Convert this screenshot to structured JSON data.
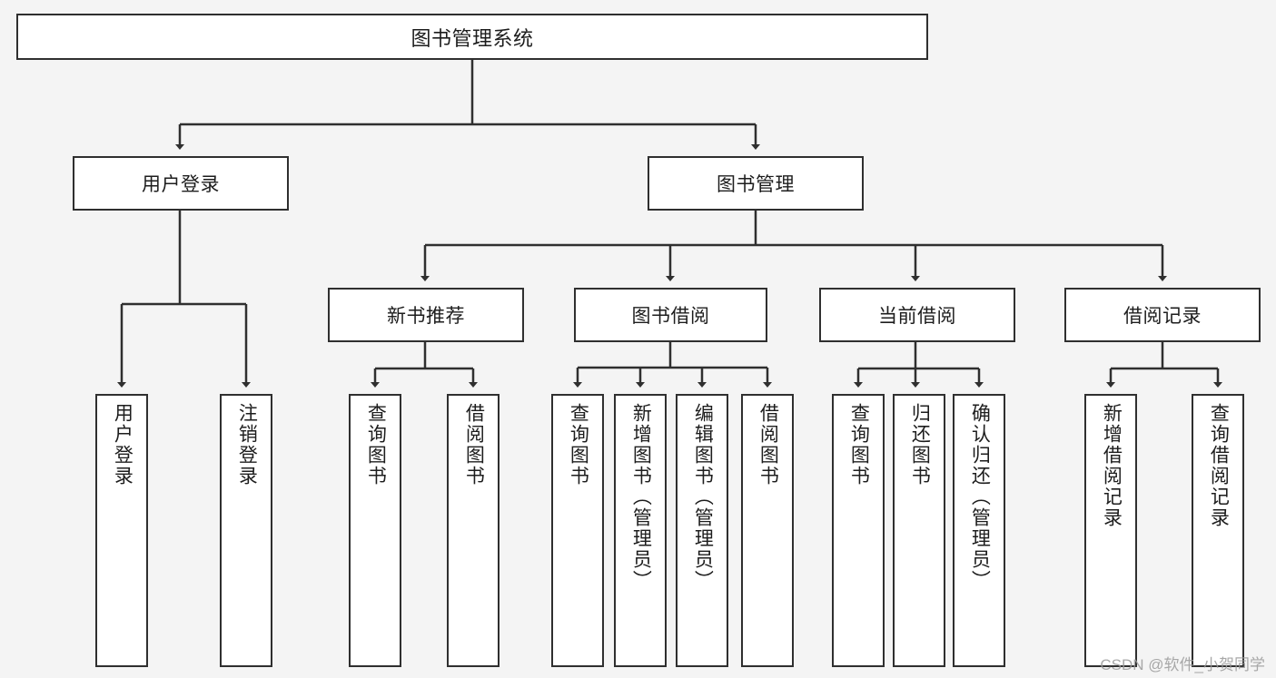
{
  "diagram": {
    "title": "图书管理系统",
    "watermark": "CSDN @软件_小贺同学",
    "style": {
      "background": "#f4f4f4",
      "node_fill": "#ffffff",
      "node_stroke": "#2f2f2f",
      "text_color": "#1d1d1d",
      "watermark_color": "#9a9a9a"
    },
    "root": {
      "label": "图书管理系统"
    },
    "tier2": [
      {
        "label": "用户登录"
      },
      {
        "label": "图书管理"
      }
    ],
    "tier3": [
      {
        "label": "新书推荐"
      },
      {
        "label": "图书借阅"
      },
      {
        "label": "当前借阅"
      },
      {
        "label": "借阅记录"
      }
    ],
    "leaves": {
      "user_login": [
        {
          "label": "用户登录"
        },
        {
          "label": "注销登录"
        }
      ],
      "new_book_recommend": [
        {
          "label": "查询图书"
        },
        {
          "label": "借阅图书"
        }
      ],
      "book_borrow": [
        {
          "label": "查询图书"
        },
        {
          "label": "新增图书（管理员）"
        },
        {
          "label": "编辑图书（管理员）"
        },
        {
          "label": "借阅图书"
        }
      ],
      "current_borrow": [
        {
          "label": "查询图书"
        },
        {
          "label": "归还图书"
        },
        {
          "label": "确认归还（管理员）"
        }
      ],
      "borrow_record": [
        {
          "label": "新增借阅记录"
        },
        {
          "label": "查询借阅记录"
        }
      ]
    }
  }
}
